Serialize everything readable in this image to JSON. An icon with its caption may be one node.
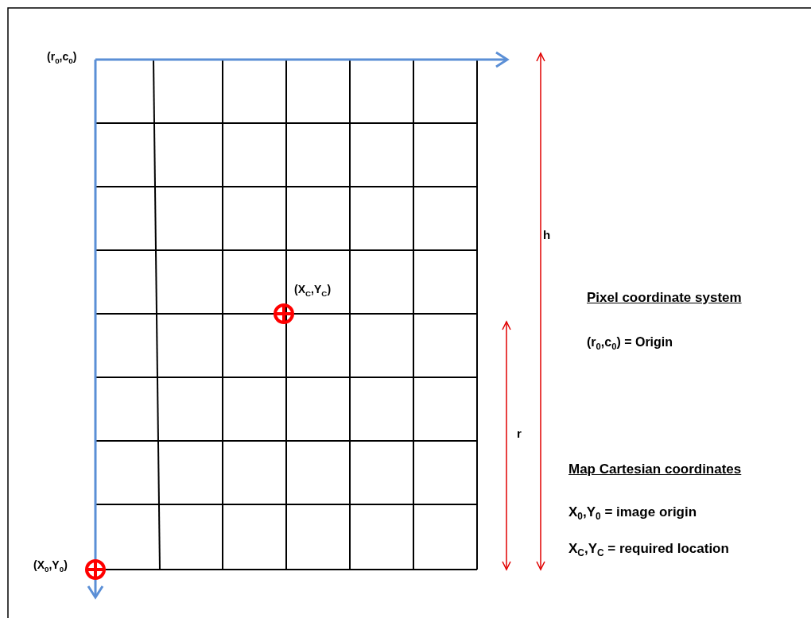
{
  "diagram": {
    "labels": [
      "(r$_{0}$,c$_{0}$)",
      "h",
      "(X$_{C}$,Y$_{C}$)",
      "Pixel coordinate system",
      "(r$_{0}$,c$_{0}$) = Origin",
      "r",
      "Map Cartesian coordinates",
      "X$_{0}$,Y$_{0}$ = image origin",
      "X$_{C}$,Y$_{C}$ = required location",
      "(X$_{0}$,Y$_{0}$)"
    ]
  }
}
